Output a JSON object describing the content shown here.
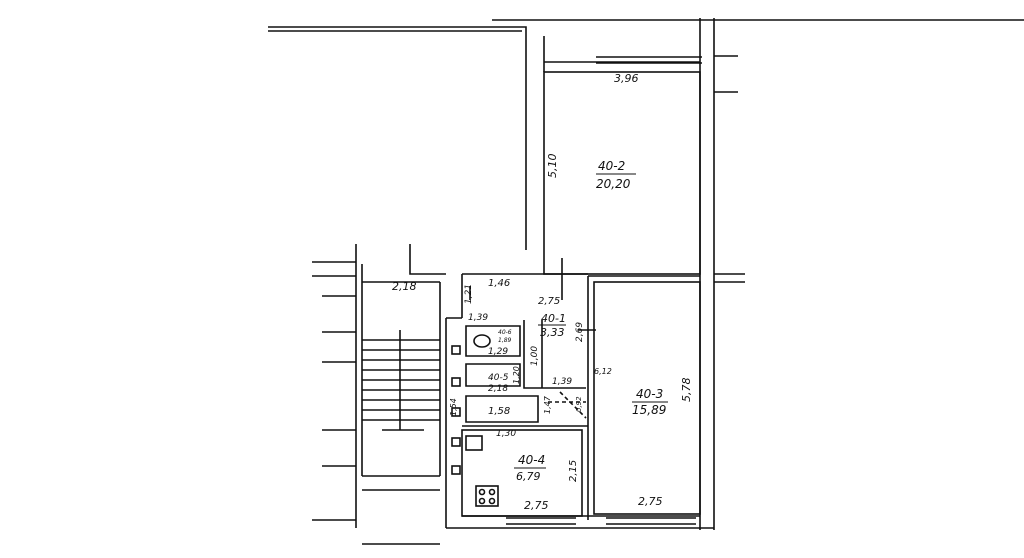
{
  "rooms": {
    "r402": {
      "id": "40-2",
      "area": "20,20"
    },
    "r403": {
      "id": "40-3",
      "area": "15,89"
    },
    "r404": {
      "id": "40-4",
      "area": "6,79"
    },
    "r401": {
      "id": "40-1",
      "area": "3,33"
    },
    "r405": {
      "id": "40-5",
      "area": "2,18"
    },
    "r406": {
      "id": "40-6",
      "area": "1,89"
    }
  },
  "dimensions": {
    "d396": "3,96",
    "d510": "5,10",
    "d146": "1,46",
    "d275a": "2,75",
    "d218": "2,18",
    "d121": "1,21",
    "d139a": "1,39",
    "d269": "2,69",
    "d129": "1,29",
    "d100": "1,00",
    "d120": "1,20",
    "d139b": "1,39",
    "d612": "6,12",
    "d578": "5,78",
    "d158": "1,58",
    "d154": "1,54",
    "d147": "1,47",
    "d092": "0,92",
    "d130": "1,30",
    "d215": "2,15",
    "d275b": "2,75",
    "d275c": "2,75"
  }
}
